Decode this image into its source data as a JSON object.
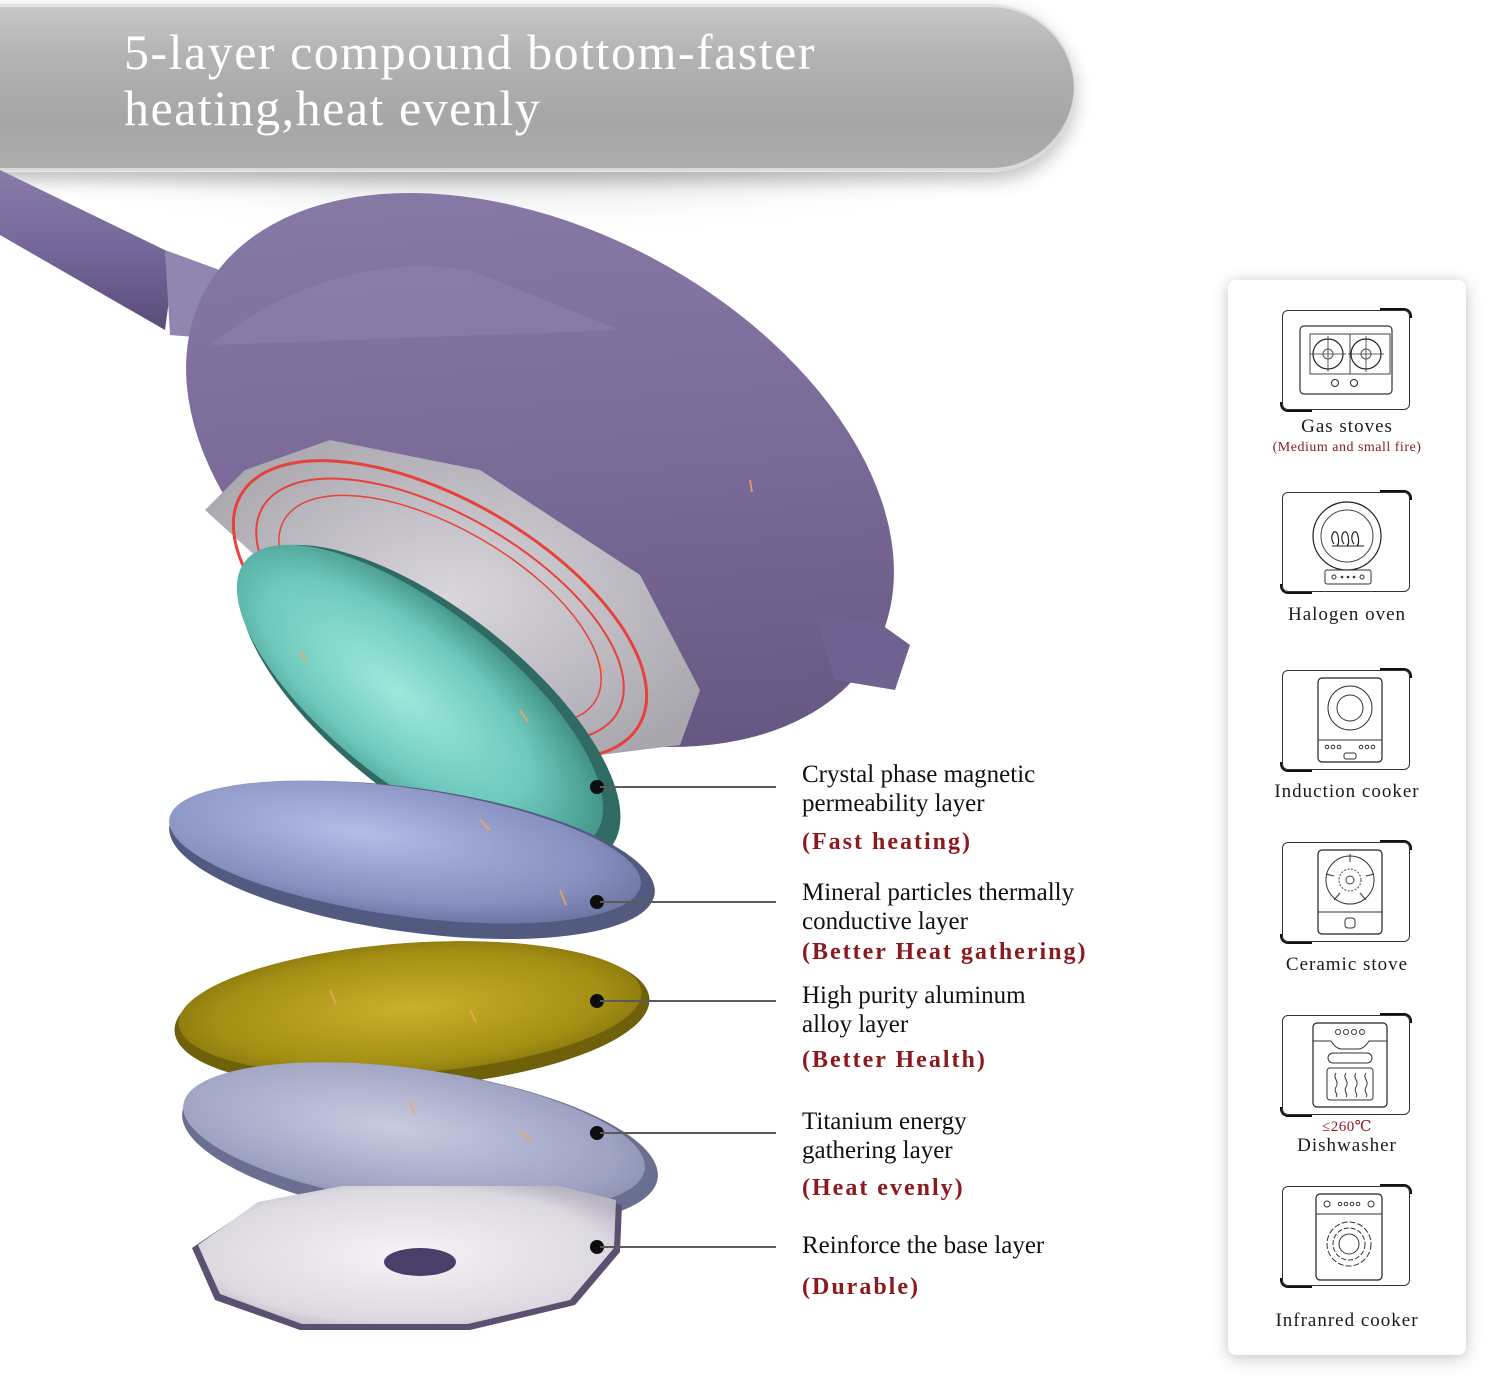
{
  "banner": {
    "line1": "5-layer compound bottom-faster",
    "line2": "heating,heat evenly"
  },
  "product": {
    "name": "purple frying pan",
    "colors": {
      "pan_body": "#7a6a95",
      "layer1": "#6fc9bd",
      "layer2": "#8f98c4",
      "layer3": "#b8a21d",
      "layer4": "#9ea2c2",
      "layer5": "#e3e1e6",
      "heat_coil": "#e8413a",
      "accent_red": "#8b1a1f"
    }
  },
  "layers": [
    {
      "title_line1": "Crystal phase magnetic",
      "title_line2": "permeability layer",
      "benefit": "(Fast heating)"
    },
    {
      "title_line1": "Mineral particles thermally",
      "title_line2": "conductive layer",
      "benefit": "(Better Heat gathering)"
    },
    {
      "title_line1": "High purity aluminum",
      "title_line2": "alloy layer",
      "benefit": "(Better Health)"
    },
    {
      "title_line1": "Titanium energy",
      "title_line2": "gathering layer",
      "benefit": "(Heat evenly)"
    },
    {
      "title_line1": "Reinforce the base layer",
      "title_line2": "",
      "benefit": "(Durable)"
    }
  ],
  "compatibility": [
    {
      "icon": "gas-stove-icon",
      "label": "Gas stoves",
      "note": "(Medium and small fire)"
    },
    {
      "icon": "halogen-oven-icon",
      "label": "Halogen oven",
      "note": ""
    },
    {
      "icon": "induction-cooker-icon",
      "label": "Induction cooker",
      "note": ""
    },
    {
      "icon": "ceramic-stove-icon",
      "label": "Ceramic stove",
      "note": ""
    },
    {
      "icon": "oven-icon",
      "label": "Dishwasher",
      "note": "≤260℃"
    },
    {
      "icon": "infrared-cooker-icon",
      "label": "Infranred cooker",
      "note": ""
    }
  ]
}
